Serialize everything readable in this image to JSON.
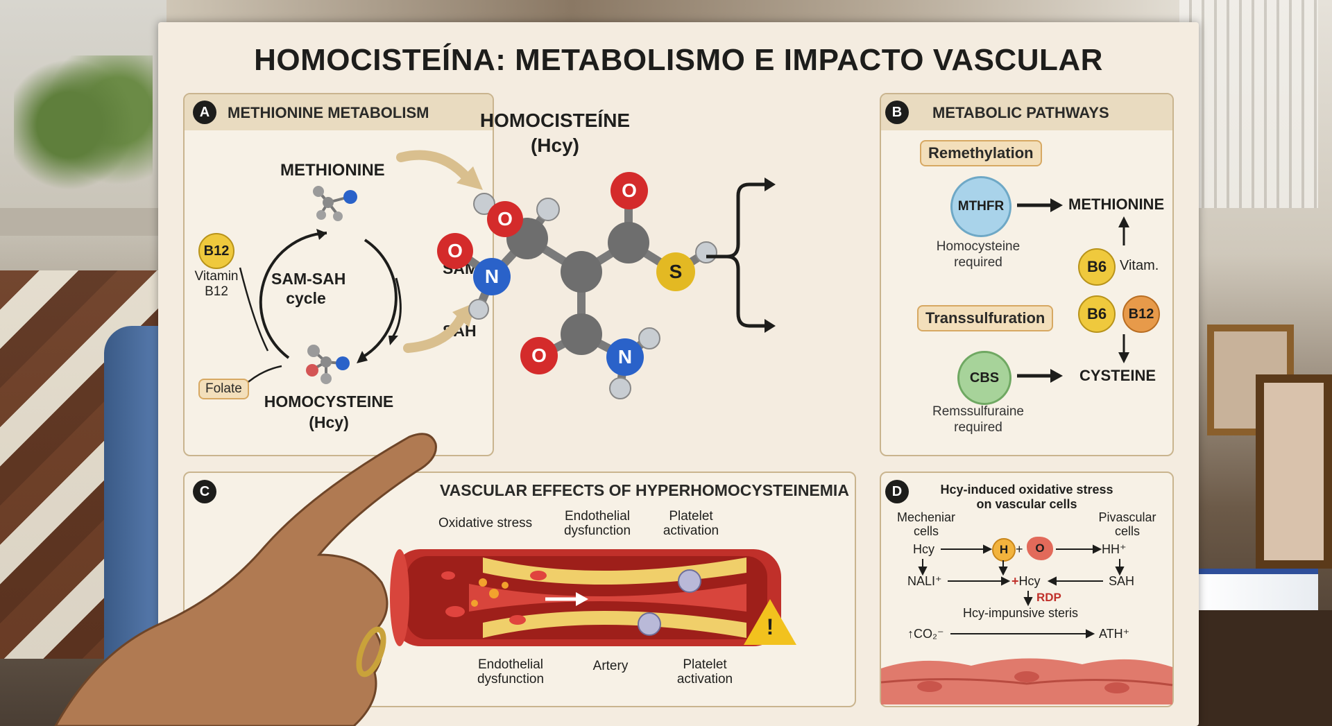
{
  "title": "HOMOCISTEÍNA: METABOLISMO E IMPACTO VASCULAR",
  "center_molecule": {
    "title": "HOMOCISTEÍNE",
    "abbr": "(Hcy)",
    "atoms": {
      "o": "O",
      "n": "N",
      "s": "S"
    }
  },
  "panel_a": {
    "badge": "A",
    "title": "METHIONINE METABOLISM",
    "methionine": "METHIONINE",
    "cycle_line1": "SAM-SAH",
    "cycle_line2": "cycle",
    "sam": "SAM",
    "sah": "SAH",
    "b12_badge": "B12",
    "vitamin_line1": "Vitamin",
    "vitamin_line2": "B12",
    "folate": "Folate",
    "homocysteine": "HOMOCYSTEINE",
    "hcy": "(Hcy)"
  },
  "panel_b": {
    "badge": "B",
    "title": "METABOLIC PATHWAYS",
    "remethylation": "Remethylation",
    "mthfr": "MTHFR",
    "methionine": "METHIONINE",
    "mthfr_note_line1": "Homocysteine",
    "mthfr_note_line2": "required",
    "b6_a": "B6",
    "vitam": "Vitam.",
    "transsulfuration": "Transsulfuration",
    "b6_b": "B6",
    "b12": "B12",
    "cbs": "CBS",
    "cysteine": "CYSTEINE",
    "cbs_note_line1": "Remssulfuraine",
    "cbs_note_line2": "required"
  },
  "panel_c": {
    "badge": "C",
    "title": "VASCULAR EFFECTS OF HYPERHOMOCYSTEINEMIA",
    "oxidative": "Oxidative stress",
    "endo_top_line1": "Endothelial",
    "endo_top_line2": "dysfunction",
    "platelet_top_line1": "Platelet",
    "platelet_top_line2": "activation",
    "endo_bottom_line1": "Endothelial",
    "endo_bottom_line2": "dysfunction",
    "artery": "Artery",
    "platelet_bottom_line1": "Platelet",
    "platelet_bottom_line2": "activation",
    "warning": "!"
  },
  "panel_d": {
    "badge": "D",
    "title_line1": "Hcy-induced oxidative stress",
    "title_line2": "on vascular cells",
    "mech_line1": "Mecheniar",
    "mech_line2": "cells",
    "pivas_line1": "Pivascular",
    "pivas_line2": "cells",
    "hcy": "Hcy",
    "h": "H",
    "plus": "+",
    "o": "O",
    "hh": "HH⁺",
    "nali": "NALI⁺",
    "plus_hcy_sign": "+",
    "plus_hcy": "Hcy",
    "sah": "SAH",
    "rdp": "RDP",
    "impulsive": "Hcy-impunsive steris",
    "co2": "↑CO₂⁻",
    "ath": "ATH⁺"
  },
  "colors": {
    "poster": "#f4ece0",
    "accent": "#c9b48e",
    "arrow_tan": "#d9bf8e",
    "oxygen": "#d42b2b",
    "nitrogen": "#2a62c9",
    "sulfur": "#e3b923",
    "carbon": "#6e6e6e",
    "b12": "#e79a4a",
    "b6": "#efc93d",
    "mthfr": "#a9d3ea",
    "cbs": "#a7d39a"
  }
}
